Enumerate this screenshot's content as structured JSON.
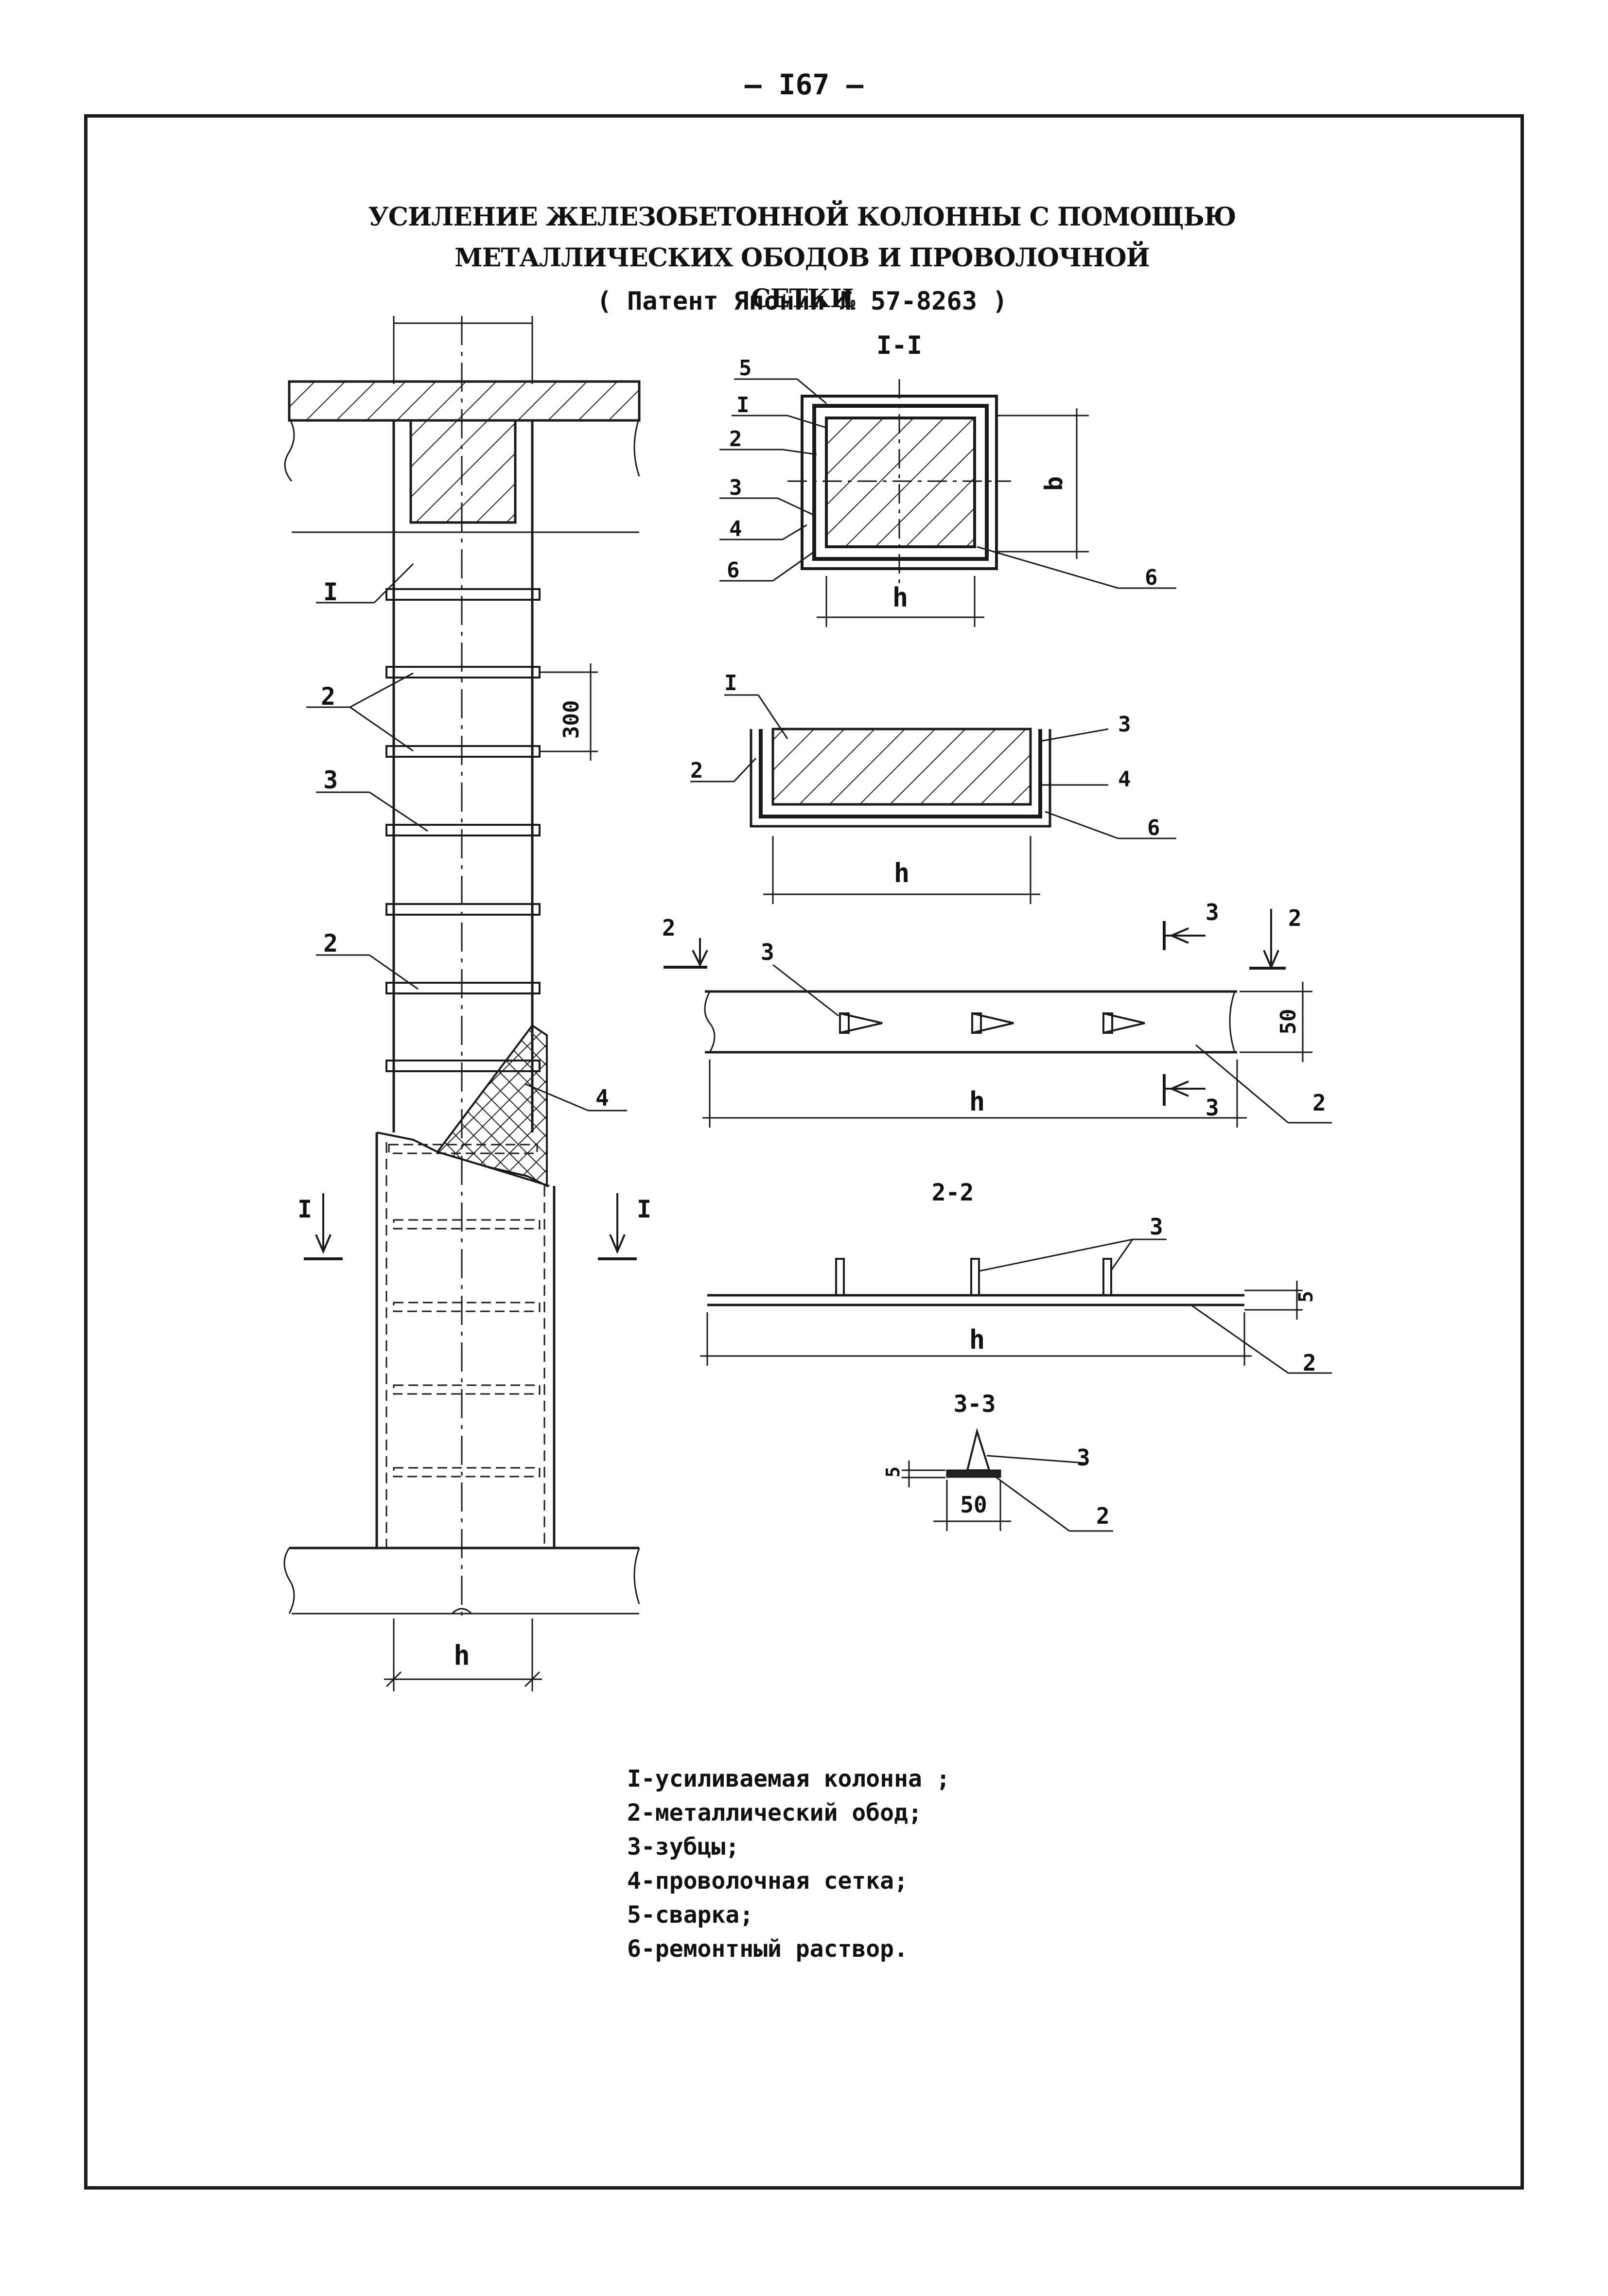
{
  "page": {
    "number": "— I67 –"
  },
  "title": {
    "line1": "УСИЛЕНИЕ ЖЕЛЕЗОБЕТОННОЙ КОЛОННЫ С ПОМОЩЬЮ МЕТАЛЛИЧЕСКИХ ОБОДОВ И ПРОВОЛОЧНОЙ",
    "line2": "СЕТКИ",
    "patent": "( Патент Японии № 57-8263 )"
  },
  "drawing": {
    "section_labels": {
      "s1": "I-I",
      "s2": "2-2",
      "s3": "3-3",
      "cut_mark": "I"
    },
    "dims": {
      "h": "h",
      "b": "b",
      "ring_spacing": "300",
      "ring_width": "50",
      "thickness": "5"
    },
    "callouts": {
      "n1": "I",
      "n2": "2",
      "n3": "3",
      "n4": "4",
      "n5": "5",
      "n6": "6"
    }
  },
  "legend": {
    "items": [
      "I-усиливаемая колонна ;",
      "2-металлический обод;",
      "3-зубцы;",
      "4-проволочная сетка;",
      "5-сварка;",
      "6-ремонтный раствор."
    ]
  }
}
